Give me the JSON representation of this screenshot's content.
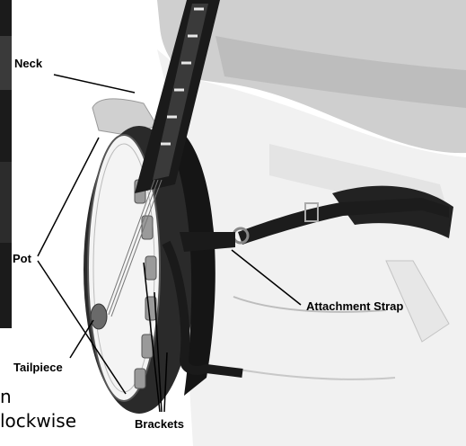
{
  "labels": {
    "neck": "Neck",
    "pot": "Pot",
    "tailpiece": "Tailpiece",
    "attachment_strap": "Attachment Strap",
    "brackets": "Brackets"
  },
  "cut_text": {
    "line1": "n",
    "line2": "lockwise"
  },
  "colors": {
    "background": "#ffffff",
    "label": "#000000",
    "photo_dark": "#1a1a1a",
    "skin": "#d9d9d9",
    "shirt": "#f2f2f2"
  }
}
